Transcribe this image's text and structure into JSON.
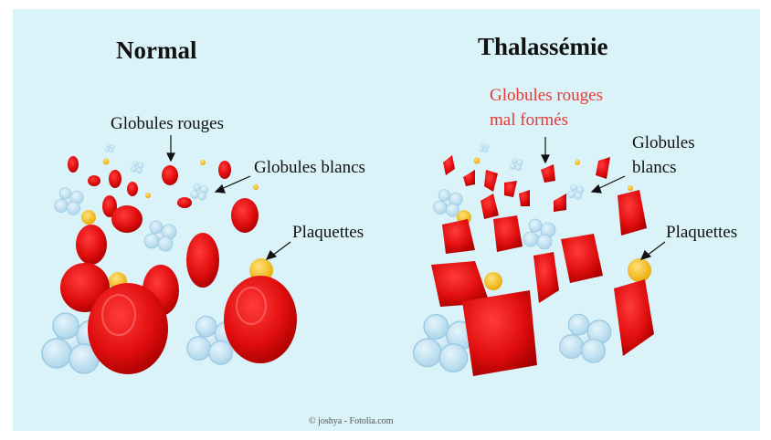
{
  "colors": {
    "background": "#d9f3f8",
    "red_cell": "#e10e0e",
    "red_cell_dark": "#b00000",
    "white_cell": "#b9def0",
    "platelet": "#f5c518",
    "label_red": "#e53935"
  },
  "normal": {
    "title": "Normal",
    "label_red_cells": "Globules rouges",
    "label_white_cells": "Globules blancs",
    "label_platelets": "Plaquettes"
  },
  "thalassemia": {
    "title": "Thalassémie",
    "label_malformed_line1": "Globules rouges",
    "label_malformed_line2": "mal formés",
    "label_white_cells_line1": "Globules",
    "label_white_cells_line2": "blancs",
    "label_platelets": "Plaquettes"
  },
  "credit": "© joshya - Fotolia.com"
}
